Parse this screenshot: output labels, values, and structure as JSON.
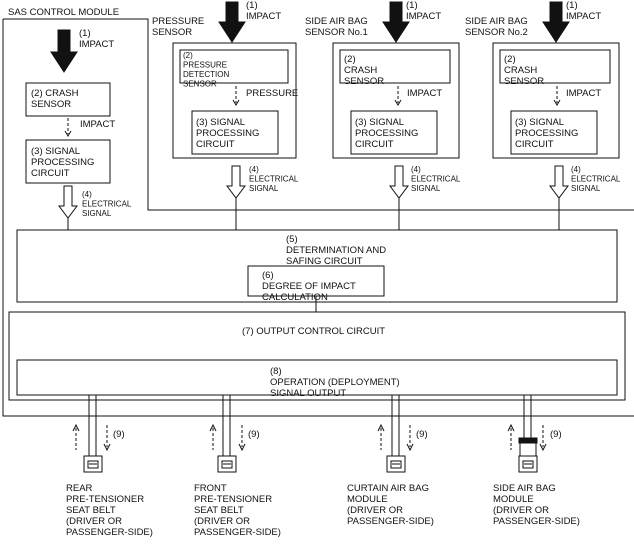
{
  "colors": {
    "stroke": "#111111",
    "background": "#ffffff"
  },
  "module_title": "SAS CONTROL MODULE",
  "impact_label": "(1)\nIMPACT",
  "sensors": {
    "internal": {
      "crash_sensor": "(2) CRASH\nSENSOR",
      "impact": "IMPACT",
      "signal_processing": "(3) SIGNAL\nPROCESSING\nCIRCUIT",
      "electrical_signal": "(4)\nELECTRICAL\nSIGNAL"
    },
    "pressure": {
      "title": "PRESSURE\nSENSOR",
      "detection_sensor": "(2)\nPRESSURE\nDETECTION\nSENSOR",
      "pressure_label": "PRESSURE",
      "signal_processing": "(3) SIGNAL\nPROCESSING\nCIRCUIT",
      "electrical_signal": "(4)\nELECTRICAL\nSIGNAL"
    },
    "side_no1": {
      "title": "SIDE AIR BAG\nSENSOR No.1",
      "crash_sensor": "(2)\nCRASH\nSENSOR",
      "impact": "IMPACT",
      "signal_processing": "(3) SIGNAL\nPROCESSING\nCIRCUIT",
      "electrical_signal": "(4)\nELECTRICAL\nSIGNAL"
    },
    "side_no2": {
      "title": "SIDE AIR BAG\nSENSOR No.2",
      "crash_sensor": "(2)\nCRASH\nSENSOR",
      "impact": "IMPACT",
      "signal_processing": "(3) SIGNAL\nPROCESSING\nCIRCUIT",
      "electrical_signal": "(4)\nELECTRICAL\nSIGNAL"
    }
  },
  "determination": "(5)\nDETERMINATION AND\nSAFING CIRCUIT",
  "degree_of_impact": "(6)\nDEGREE OF IMPACT\nCALCULATION",
  "output_control": "(7) OUTPUT CONTROL  CIRCUIT",
  "operation_output": "(8)\nOPERATION (DEPLOYMENT)\nSIGNAL OUTPUT",
  "signal_9": "(9)",
  "devices": {
    "rear": "REAR\nPRE-TENSIONER\nSEAT BELT\n(DRIVER OR\nPASSENGER-SIDE)",
    "front": "FRONT\nPRE-TENSIONER\nSEAT BELT\n(DRIVER OR\nPASSENGER-SIDE)",
    "curtain": "CURTAIN AIR BAG\nMODULE\n(DRIVER OR\nPASSENGER-SIDE)",
    "side": "SIDE AIR BAG\nMODULE\n(DRIVER OR\nPASSENGER-SIDE)"
  }
}
